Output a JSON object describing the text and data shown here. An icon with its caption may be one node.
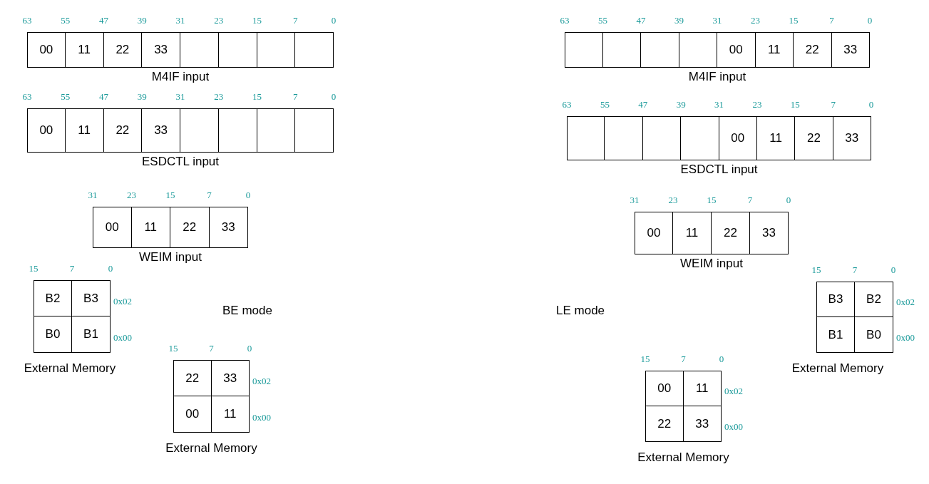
{
  "diagram": {
    "nodes": [
      {
        "text": [
          "00"
        ]
      },
      {
        "text": [
          "11"
        ]
      },
      {
        "text": [
          "22"
        ]
      },
      {
        "text": [
          "33"
        ]
      },
      {
        "text": [],
        "shape": "box"
      },
      {
        "text": [],
        "shape": "box"
      },
      {
        "text": [],
        "shape": "box"
      },
      {
        "text": [],
        "shape": "box"
      },
      {
        "text": [
          "00"
        ]
      },
      {
        "text": [
          "11"
        ]
      },
      {
        "text": [
          "22"
        ]
      },
      {
        "text": [
          "33"
        ]
      },
      {
        "text": [],
        "shape": "box"
      },
      {
        "text": [],
        "shape": "box"
      },
      {
        "text": [],
        "shape": "box"
      },
      {
        "text": [],
        "shape": "box"
      },
      {
        "text": [
          "00"
        ]
      },
      {
        "text": [
          "11"
        ]
      },
      {
        "text": [
          "22"
        ]
      },
      {
        "text": [
          "33"
        ]
      },
      {
        "text": [
          "B2"
        ]
      },
      {
        "text": [
          "B3"
        ]
      },
      {
        "text": [
          "B0"
        ]
      },
      {
        "text": [
          "B1"
        ]
      },
      {
        "text": [
          "22"
        ]
      },
      {
        "text": [
          "33"
        ]
      },
      {
        "text": [
          "00"
        ]
      },
      {
        "text": [
          "11"
        ]
      },
      {
        "text": [],
        "shape": "box"
      },
      {
        "text": [],
        "shape": "box"
      },
      {
        "text": [],
        "shape": "box"
      },
      {
        "text": [],
        "shape": "box"
      },
      {
        "text": [
          "00"
        ]
      },
      {
        "text": [
          "11"
        ]
      },
      {
        "text": [
          "22"
        ]
      },
      {
        "text": [
          "33"
        ]
      },
      {
        "text": [],
        "shape": "box"
      },
      {
        "text": [],
        "shape": "box"
      },
      {
        "text": [],
        "shape": "box"
      },
      {
        "text": [],
        "shape": "box"
      },
      {
        "text": [
          "00"
        ]
      },
      {
        "text": [
          "11"
        ]
      },
      {
        "text": [
          "22"
        ]
      },
      {
        "text": [
          "33"
        ]
      },
      {
        "text": [
          "00"
        ]
      },
      {
        "text": [
          "11"
        ]
      },
      {
        "text": [
          "22"
        ]
      },
      {
        "text": [
          "33"
        ]
      },
      {
        "text": [
          "B3"
        ]
      },
      {
        "text": [
          "B2"
        ]
      },
      {
        "text": [
          "B1"
        ]
      },
      {
        "text": [
          "B0"
        ]
      },
      {
        "text": [
          "00"
        ]
      },
      {
        "text": [
          "11"
        ]
      },
      {
        "text": [
          "22"
        ]
      },
      {
        "text": [
          "33"
        ]
      }
    ],
    "edges": [],
    "labels": [
      "63",
      "55",
      "47",
      "39",
      "31",
      "23",
      "15",
      "7",
      "0",
      "M4IF input",
      "63",
      "55",
      "47",
      "39",
      "31",
      "23",
      "15",
      "7",
      "0",
      "ESDCTL input",
      "31",
      "23",
      "15",
      "7",
      "0",
      "WEIM input",
      "15",
      "7",
      "0",
      "0x02",
      "0x00",
      "External Memory",
      "BE mode",
      "15",
      "7",
      "0",
      "0x02",
      "0x00",
      "External Memory",
      "63",
      "55",
      "47",
      "39",
      "31",
      "23",
      "15",
      "7",
      "0",
      "M4IF input",
      "63",
      "55",
      "47",
      "39",
      "31",
      "23",
      "15",
      "7",
      "0",
      "ESDCTL input",
      "31",
      "23",
      "15",
      "7",
      "0",
      "WEIM input",
      "15",
      "7",
      "0",
      "0x02",
      "0x00",
      "External Memory",
      "LE mode",
      "15",
      "7",
      "0",
      "0x02",
      "0x00",
      "External Memory"
    ]
  }
}
